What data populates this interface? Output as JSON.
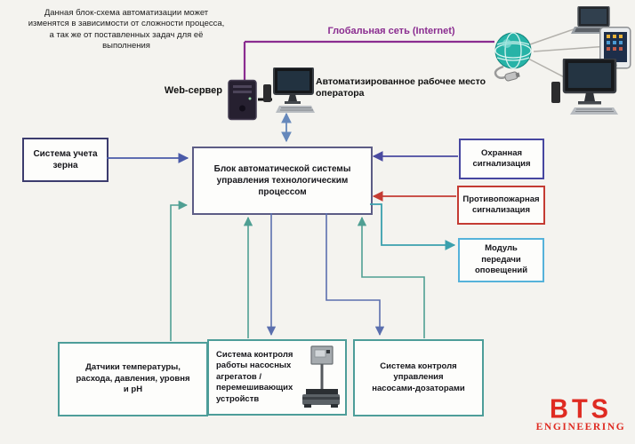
{
  "note": "Данная блок-схема автоматизации может\nизменятся в зависимости от сложности процесса,\nа так же от поставленных задач для её\nвыполнения",
  "internet": {
    "label": "Глобальная сеть (Internet)"
  },
  "web_server_label": "Web-сервер",
  "workstation_label": "Автоматизированное рабочее место\nоператора",
  "blocks": {
    "central": {
      "label": "Блок автоматической системы\nуправления технологическим\nпроцессом"
    },
    "grain": {
      "label": "Система учета\nзерна"
    },
    "security": {
      "label": "Охранная\nсигнализация"
    },
    "fire": {
      "label": "Противопожарная\nсигнализация"
    },
    "notify": {
      "label": "Модуль\nпередачи\nоповещений"
    },
    "sensors": {
      "label": "Датчики температуры,\nрасхода, давления, уровня\nи pH"
    },
    "pumps": {
      "label": "Система контроля\nработы насосных\nагрегатов /\nперемешивающих\nустройств"
    },
    "dosing": {
      "label": "Система контроля\nуправления\nнасосами-дозаторами"
    }
  },
  "logo": {
    "name": "BTS",
    "sub": "ENGINEERING"
  },
  "icons": [
    "globe-icon",
    "laptop-icon",
    "tablet-icon",
    "remote-desktop-icon",
    "server-icon",
    "operator-computer-icon",
    "pump-icon"
  ],
  "colors": {
    "background": "#f4f3ef",
    "internet_purple": "#8a2c90",
    "steel_blue_line": "#5b6fae",
    "double_arrow_blue": "#6688bb",
    "indigo_border": "#4646a0",
    "navy_border": "#3c3c6e",
    "central_border": "#5c5c85",
    "red": "#c43b33",
    "light_blue_border": "#55b2da",
    "teal_border": "#4d9d99",
    "teal_line": "#4f9f93",
    "cyan_line": "#3aa0ad",
    "logo_red": "#df2b22"
  }
}
